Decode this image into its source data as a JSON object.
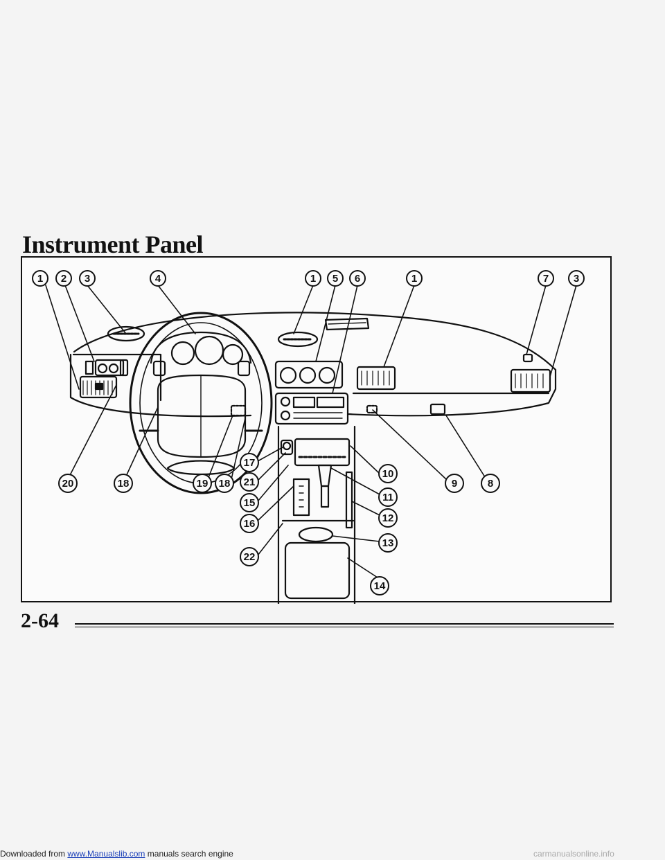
{
  "page": {
    "title": "Instrument Panel",
    "page_number": "2-64"
  },
  "footer": {
    "prefix": "Downloaded from ",
    "link": "www.Manualslib.com",
    "suffix": " manuals search engine",
    "watermark": "carmanualsonline.info"
  },
  "diagram": {
    "callouts": [
      "1",
      "2",
      "3",
      "4",
      "1",
      "5",
      "6",
      "1",
      "7",
      "3",
      "20",
      "18",
      "19",
      "18",
      "17",
      "21",
      "15",
      "16",
      "22",
      "10",
      "11",
      "12",
      "13",
      "14",
      "9",
      "8"
    ]
  },
  "colors": {
    "ink": "#111111",
    "paper": "#fbfbfb",
    "link": "#1a3fb8"
  }
}
